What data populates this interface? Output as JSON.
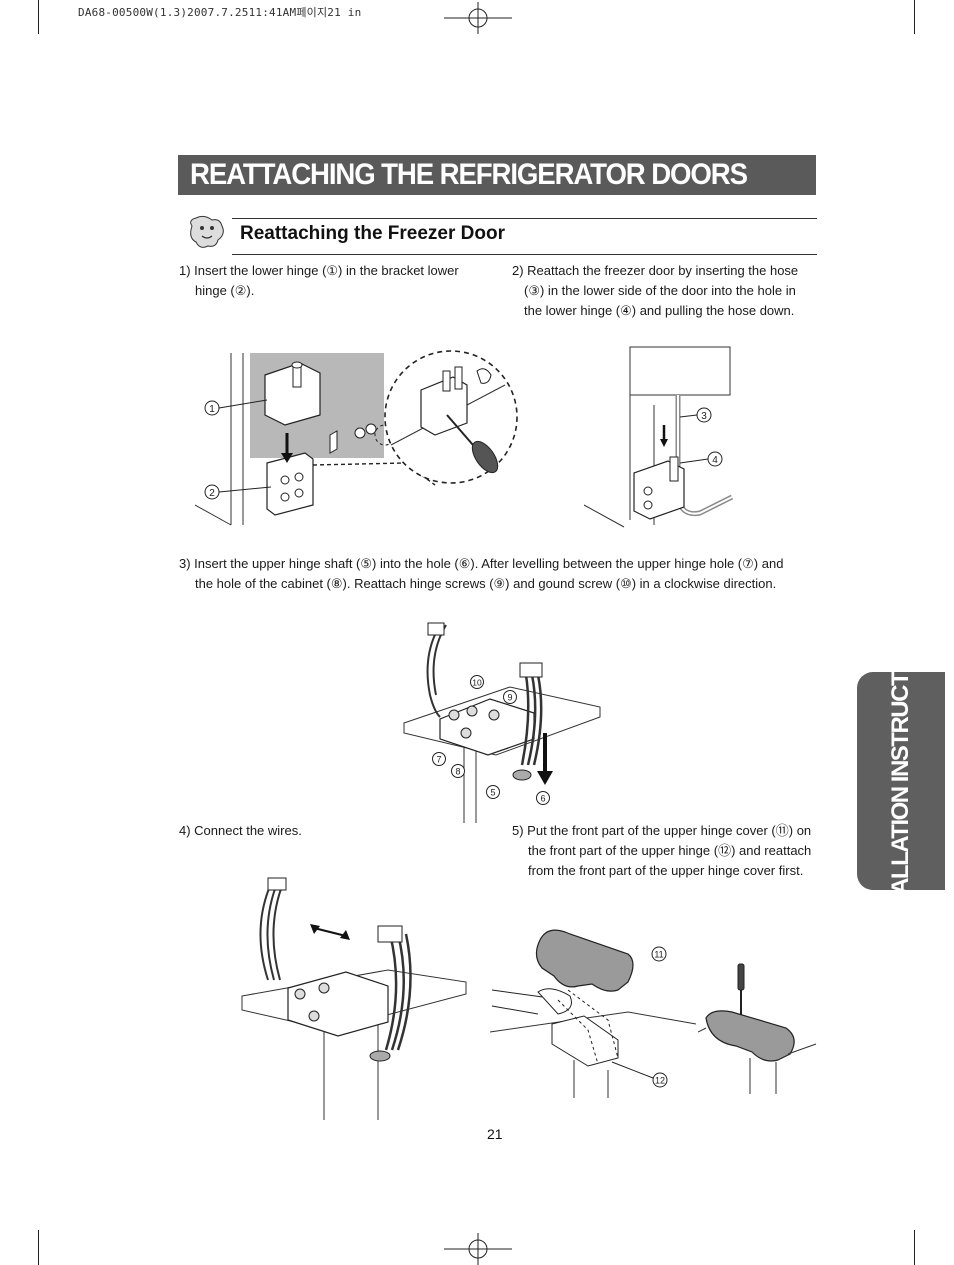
{
  "print_header": "DA68-00500W(1.3)2007.7.2511:41AM페이지21  in",
  "title": "REATTACHING THE REFRIGERATOR DOORS",
  "section": {
    "title": "Reattaching the Freezer Door"
  },
  "steps": {
    "s1": {
      "line1": "1) Insert the lower hinge (①) in the bracket lower",
      "line2": "hinge (②)."
    },
    "s2": {
      "line1": "2) Reattach the freezer door by inserting the hose",
      "line2": "(③) in the lower side of the door into the hole in",
      "line3": "the lower hinge (④) and pulling the hose down."
    },
    "s3": {
      "line1": "3) Insert the upper hinge shaft (⑤) into the hole (⑥). After levelling between the upper hinge hole (⑦) and",
      "line2": "the hole of the cabinet (⑧). Reattach hinge screws (⑨) and gound screw (⑩) in a clockwise direction."
    },
    "s4": {
      "line1": "4) Connect the wires."
    },
    "s5": {
      "line1": "5) Put the front part of the upper hinge cover (⑪) on",
      "line2": "the front part of the upper hinge (⑫) and reattach",
      "line3": "from the front part of the upper hinge cover first."
    }
  },
  "callouts": {
    "fig1": [
      "1",
      "2"
    ],
    "fig2": [
      "3",
      "4"
    ],
    "fig3": [
      "10",
      "9",
      "7",
      "8",
      "5",
      "6"
    ],
    "fig5": [
      "11",
      "12"
    ]
  },
  "side_tab": "INSTALLATION INSTRUCTIONS",
  "page_number": "21",
  "colors": {
    "title_bar": "#5a5a5a",
    "side_tab": "#5f5f5f",
    "illustration_gray": "#b8b8b8"
  }
}
